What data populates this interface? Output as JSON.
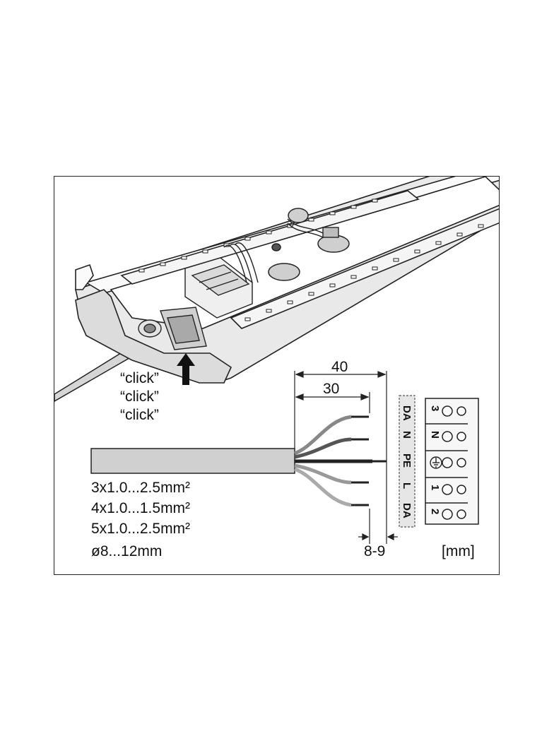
{
  "click_labels": [
    "“click”",
    "“click”",
    "“click”"
  ],
  "dimensions": {
    "strip_length": "40",
    "insulation_strip": "30",
    "conductor_strip": "8-9",
    "unit": "[mm]"
  },
  "cable_specs": [
    "3x1.0...2.5mm²",
    "4x1.0...1.5mm²",
    "5x1.0...2.5mm²",
    "ø8...12mm"
  ],
  "terminal_strip": {
    "labels": [
      "DA",
      "N",
      "PE",
      "L",
      "DA"
    ],
    "connector_numbers": [
      "3",
      "N",
      "1",
      "2"
    ]
  },
  "icons": {
    "earth": "protective-earth-symbol",
    "arrow": "push-up-arrow"
  }
}
